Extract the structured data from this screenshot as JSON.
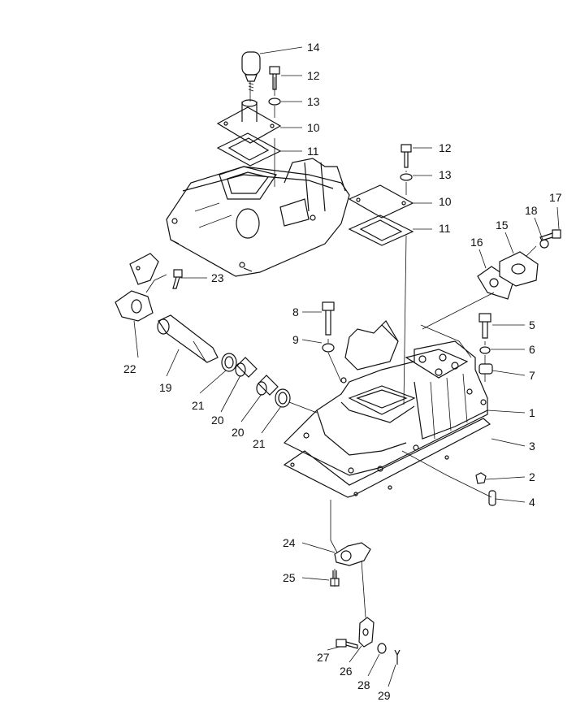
{
  "diagram": {
    "callouts": [
      {
        "id": "c14",
        "text": "14"
      },
      {
        "id": "c12a",
        "text": "12"
      },
      {
        "id": "c13a",
        "text": "13"
      },
      {
        "id": "c10a",
        "text": "10"
      },
      {
        "id": "c11a",
        "text": "11"
      },
      {
        "id": "c12b",
        "text": "12"
      },
      {
        "id": "c13b",
        "text": "13"
      },
      {
        "id": "c10b",
        "text": "10"
      },
      {
        "id": "c11b",
        "text": "11"
      },
      {
        "id": "c17",
        "text": "17"
      },
      {
        "id": "c18",
        "text": "18"
      },
      {
        "id": "c15",
        "text": "15"
      },
      {
        "id": "c16",
        "text": "16"
      },
      {
        "id": "c23",
        "text": "23"
      },
      {
        "id": "c8",
        "text": "8"
      },
      {
        "id": "c9",
        "text": "9"
      },
      {
        "id": "c5",
        "text": "5"
      },
      {
        "id": "c6",
        "text": "6"
      },
      {
        "id": "c7",
        "text": "7"
      },
      {
        "id": "c1",
        "text": "1"
      },
      {
        "id": "c3",
        "text": "3"
      },
      {
        "id": "c2",
        "text": "2"
      },
      {
        "id": "c4",
        "text": "4"
      },
      {
        "id": "c22",
        "text": "22"
      },
      {
        "id": "c19",
        "text": "19"
      },
      {
        "id": "c21a",
        "text": "21"
      },
      {
        "id": "c20a",
        "text": "20"
      },
      {
        "id": "c20b",
        "text": "20"
      },
      {
        "id": "c21b",
        "text": "21"
      },
      {
        "id": "c24",
        "text": "24"
      },
      {
        "id": "c25",
        "text": "25"
      },
      {
        "id": "c27",
        "text": "27"
      },
      {
        "id": "c26",
        "text": "26"
      },
      {
        "id": "c28",
        "text": "28"
      },
      {
        "id": "c29",
        "text": "29"
      }
    ]
  }
}
